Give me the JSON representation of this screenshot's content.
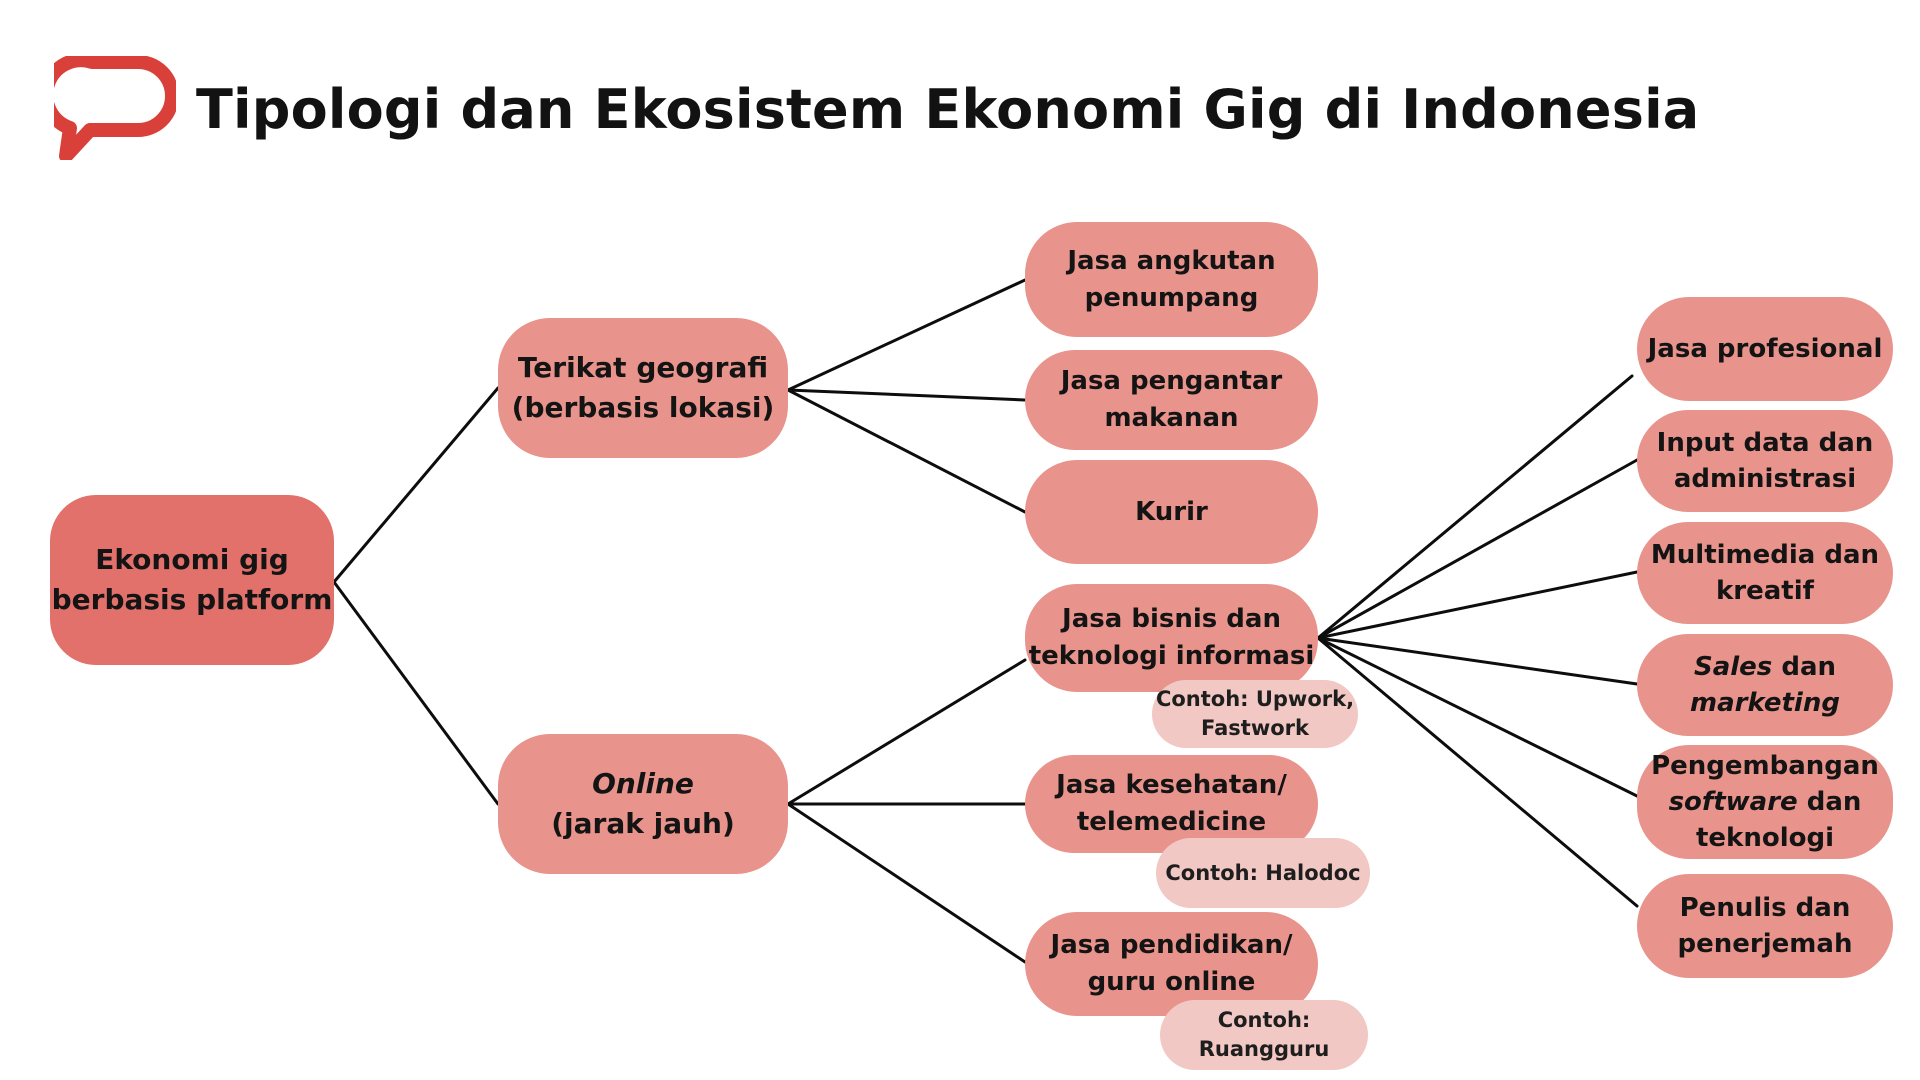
{
  "title": "Tipologi dan Ekosistem Ekonomi Gig di Indonesia",
  "logo_icon": "speech-bubble-icon",
  "colors": {
    "logo_red": "#d9403a",
    "root_fill": "#e2706b",
    "node_fill": "#e8938b",
    "example_fill": "#f1c8c3",
    "edge": "#0d0d0d"
  },
  "root": {
    "line1": "Ekonomi gig",
    "line2": "berbasis platform"
  },
  "geo": {
    "line1": "Terikat geografi",
    "line2": "(berbasis lokasi)",
    "children": [
      {
        "line1": "Jasa angkutan",
        "line2": "penumpang"
      },
      {
        "line1": "Jasa pengantar",
        "line2": "makanan"
      },
      {
        "line1": "Kurir"
      }
    ]
  },
  "online": {
    "line1": "Online",
    "line2": "(jarak jauh)",
    "children": [
      {
        "line1": "Jasa bisnis dan",
        "line2": "teknologi informasi",
        "example": {
          "line1": "Contoh: Upwork,",
          "line2": "Fastwork"
        }
      },
      {
        "line1": "Jasa kesehatan/",
        "line2": "telemedicine",
        "example": {
          "line1": "Contoh: Halodoc"
        }
      },
      {
        "line1": "Jasa pendidikan/",
        "line2": "guru online",
        "example": {
          "line1": "Contoh:",
          "line2": "Ruangguru"
        }
      }
    ]
  },
  "it_services": [
    {
      "line1": "Jasa profesional"
    },
    {
      "line1": "Input data dan",
      "line2": "administrasi"
    },
    {
      "line1": "Multimedia dan",
      "line2": "kreatif"
    },
    {
      "line1a": "Sales",
      "line1b": " dan",
      "line2": "marketing"
    },
    {
      "line1": "Pengembangan",
      "line2a": "software",
      "line2b": " dan",
      "line3": "teknologi"
    },
    {
      "line1": "Penulis dan",
      "line2": "penerjemah"
    }
  ]
}
